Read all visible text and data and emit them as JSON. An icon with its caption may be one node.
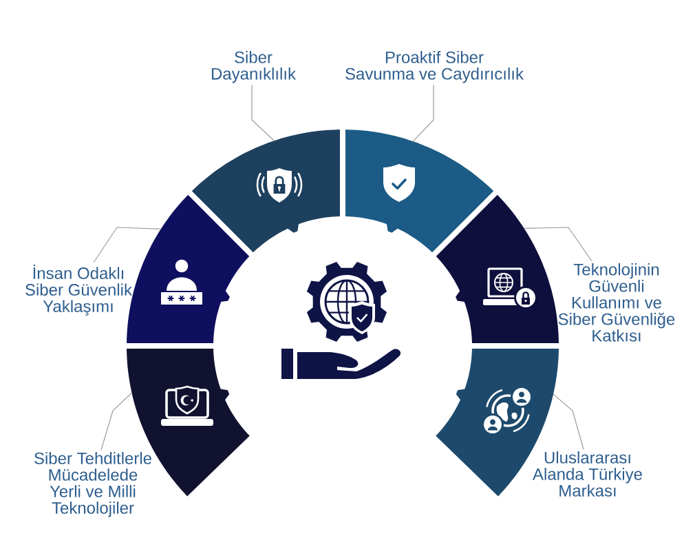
{
  "diagram": {
    "nodes": [
      {
        "text": [
          "Siber Dayanıklılık"
        ]
      },
      {
        "text": [
          "Proaktif Siber Savunma ve Caydırıcılık"
        ]
      },
      {
        "text": [],
        "shape": "band"
      },
      {
        "text": [],
        "shape": "band"
      },
      {
        "text": [
          "İnsan Odaklı Siber Güvenlik Yaklaşımı"
        ]
      },
      {
        "text": [],
        "shape": "band"
      },
      {
        "text": [],
        "shape": "band"
      },
      {
        "text": [
          "Teknolojinin Güvenli Kullanımı ve Siber Güvenliğe Katkısı"
        ]
      },
      {
        "text": [],
        "shape": "band"
      },
      {
        "text": [],
        "shape": "band"
      },
      {
        "text": [
          "Siber Tehditlerle Mücadelede Yerli ve Milli Teknolojiler"
        ]
      },
      {
        "text": [
          "Uluslararası Alanda Türkiye Markası"
        ]
      }
    ],
    "edges": [
      {
        "from": 0,
        "to": 2,
        "arrow": "none"
      },
      {
        "from": 1,
        "to": 3,
        "arrow": "none"
      },
      {
        "from": 4,
        "to": 5,
        "arrow": "none"
      },
      {
        "from": 7,
        "to": 6,
        "arrow": "none"
      },
      {
        "from": 10,
        "to": 8,
        "arrow": "none"
      },
      {
        "from": 11,
        "to": 9,
        "arrow": "none"
      }
    ]
  }
}
